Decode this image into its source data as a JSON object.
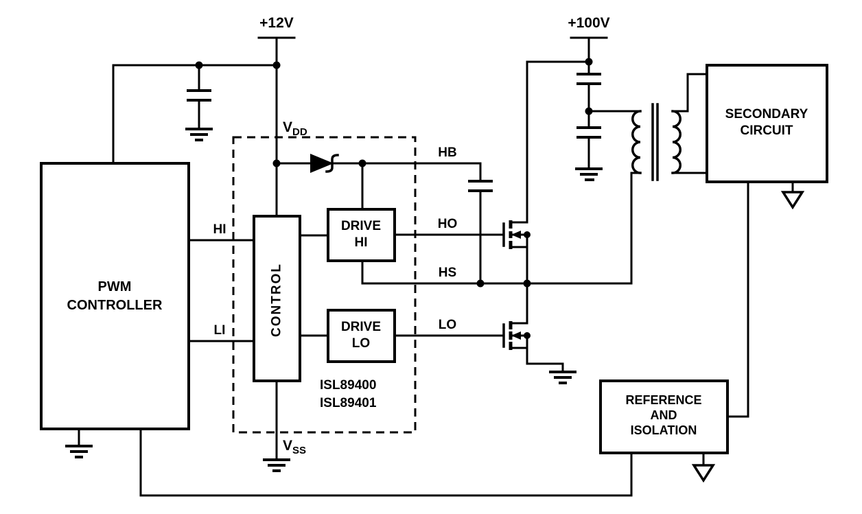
{
  "colors": {
    "ink": "#000000",
    "paper": "#ffffff"
  },
  "supplies": {
    "v12": "+12V",
    "v100": "+100V"
  },
  "rails": {
    "vdd_main": "V",
    "vdd_sub": "DD",
    "vss_main": "V",
    "vss_sub": "SS"
  },
  "pins": {
    "hi": "HI",
    "li": "LI",
    "hb": "HB",
    "ho": "HO",
    "hs": "HS",
    "lo": "LO"
  },
  "blocks": {
    "pwm": {
      "lines": [
        "PWM",
        "CONTROLLER"
      ]
    },
    "control": {
      "label": "CONTROL"
    },
    "drive_hi": {
      "lines": [
        "DRIVE",
        "HI"
      ]
    },
    "drive_lo": {
      "lines": [
        "DRIVE",
        "LO"
      ]
    },
    "secondary": {
      "lines": [
        "SECONDARY",
        "CIRCUIT"
      ]
    },
    "reference": {
      "lines": [
        "REFERENCE",
        "AND",
        "ISOLATION"
      ]
    }
  },
  "part_numbers": [
    "ISL89400",
    "ISL89401"
  ]
}
